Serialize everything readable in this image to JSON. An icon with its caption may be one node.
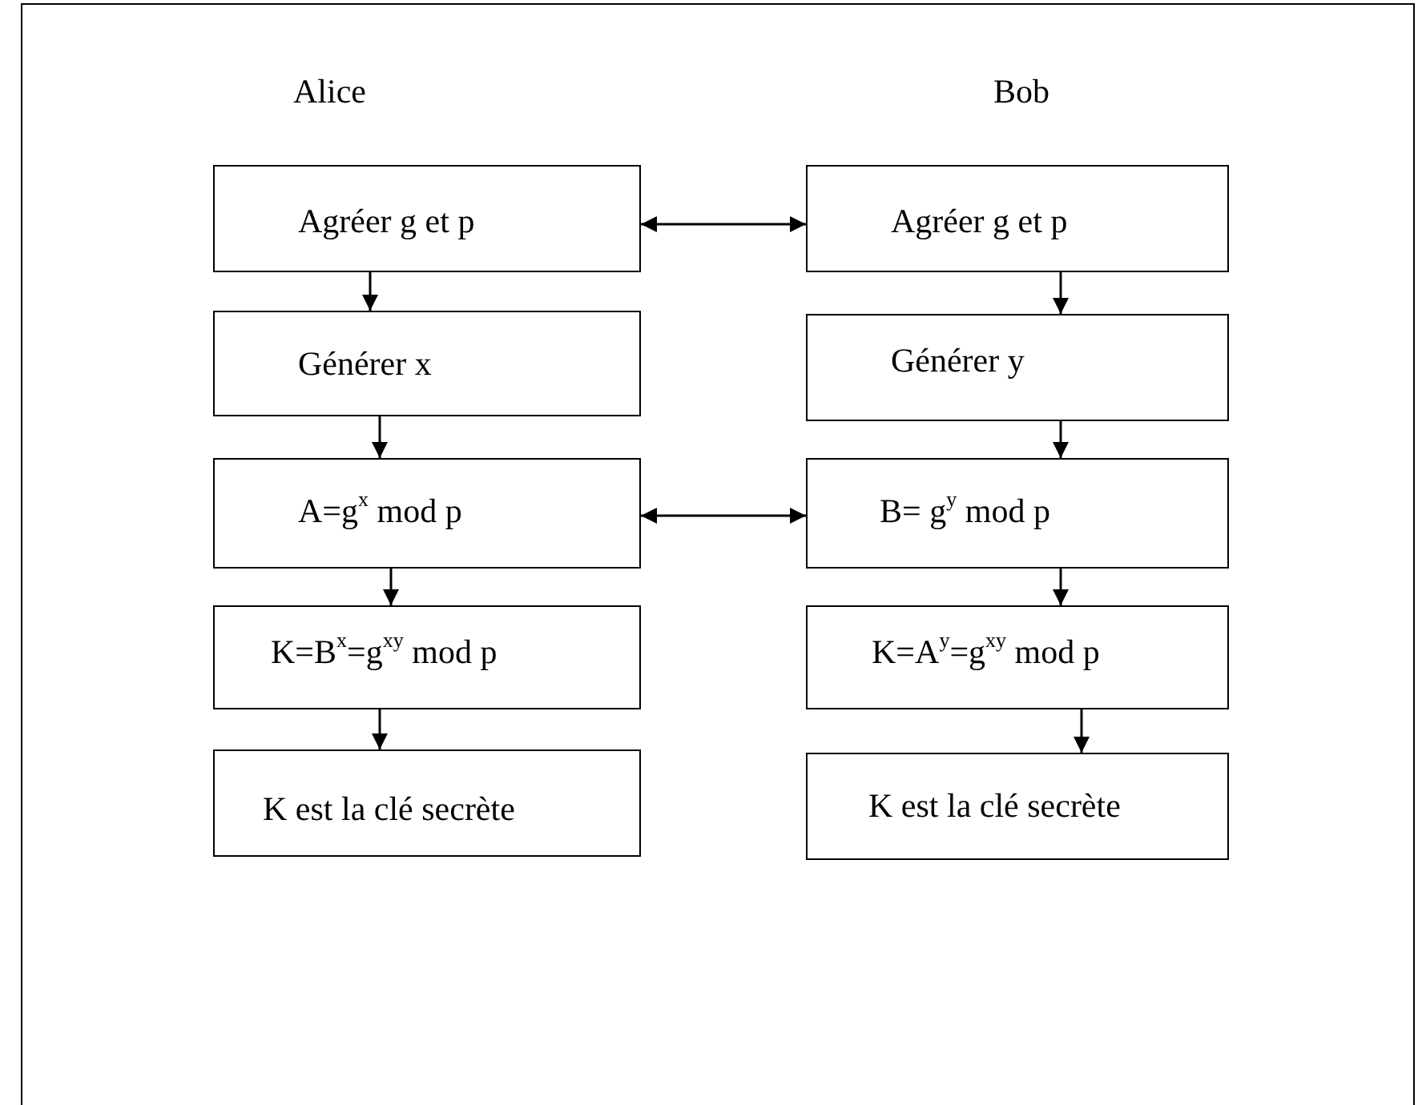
{
  "diagram": {
    "nodes": [
      {
        "text": [
          "Agréer g et p"
        ]
      },
      {
        "text": [
          "Générer x"
        ]
      },
      {
        "text": [
          "A=g$^{x}$ mod p"
        ]
      },
      {
        "text": [
          "K=B$^{x}$=g$^{xy}$ mod p"
        ]
      },
      {
        "text": [
          "K est la clé secrète"
        ]
      },
      {
        "text": [
          "Agréer g et p"
        ]
      },
      {
        "text": [
          "Générer y"
        ]
      },
      {
        "text": [
          "B= g$^{y}$ mod p"
        ]
      },
      {
        "text": [
          "K=A$^{y}$=g$^{xy}$ mod p"
        ]
      },
      {
        "text": [
          "K est la clé secrète"
        ]
      }
    ],
    "edges": [
      {
        "from": 0,
        "to": 5,
        "arrow": "both"
      },
      {
        "from": 0,
        "to": 1,
        "arrow": "to"
      },
      {
        "from": 1,
        "to": 2,
        "arrow": "to"
      },
      {
        "from": 2,
        "to": 3,
        "arrow": "to"
      },
      {
        "from": 3,
        "to": 4,
        "arrow": "to"
      },
      {
        "from": 5,
        "to": 6,
        "arrow": "to"
      },
      {
        "from": 6,
        "to": 7,
        "arrow": "to"
      },
      {
        "from": 7,
        "to": 8,
        "arrow": "to"
      },
      {
        "from": 8,
        "to": 9,
        "arrow": "to"
      },
      {
        "from": 2,
        "to": 7,
        "arrow": "both"
      }
    ],
    "labels": [
      "Alice",
      "Bob"
    ]
  }
}
